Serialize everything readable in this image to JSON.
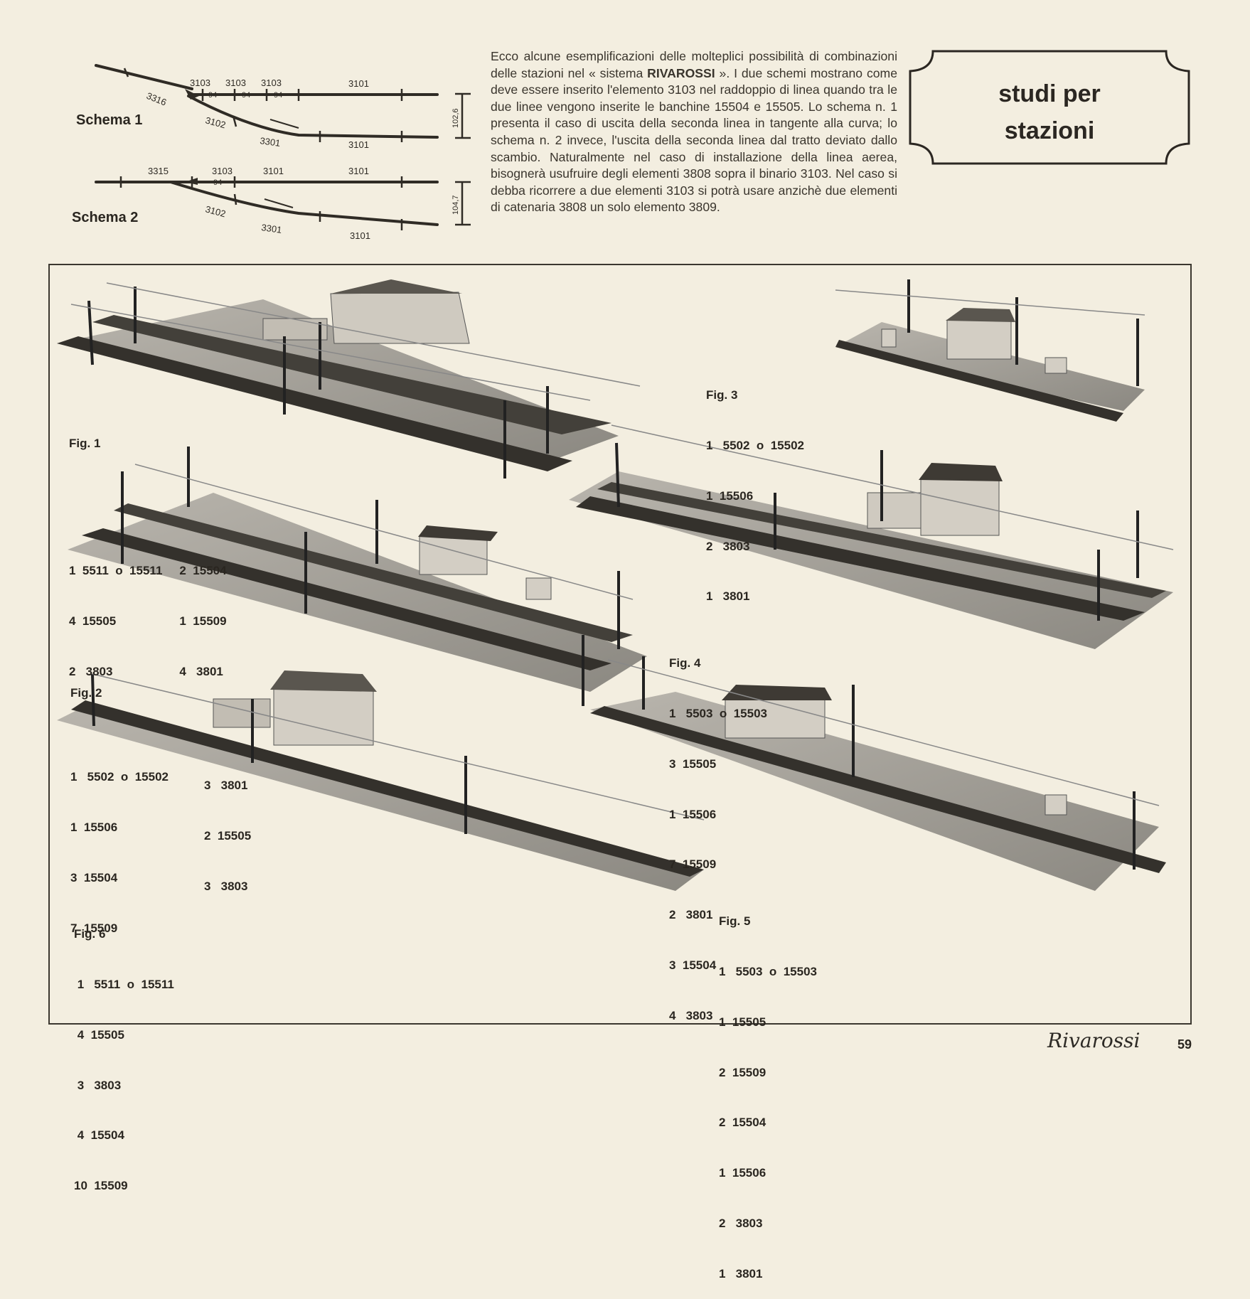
{
  "intro": {
    "part1": "Ecco alcune esemplificazioni delle molteplici possibilità di combinazioni delle stazioni nel « sistema ",
    "brand": "RIVAROSSI",
    "part2": " ». I due schemi mostrano come deve essere inserito l'elemento 3103 nel raddoppio di linea quando tra le due linee vengono inserite le banchine 15504 e 15505. Lo schema n. 1 presenta il caso di uscita della seconda linea in tangente alla curva; lo schema n. 2 invece, l'uscita della seconda linea dal tratto deviato dallo scambio. Naturalmente nel caso di installazione della linea aerea, bisognerà usufruire degli elementi 3808 sopra il binario 3103. Nel caso si debba ricorrere a due elementi 3103 si potrà usare anzichè due elementi di catenaria 3808 un solo elemento 3809."
  },
  "title": {
    "line1": "studi per",
    "line2": "stazioni"
  },
  "schema1": {
    "label": "Schema 1",
    "top_labels": [
      "3103",
      "3103",
      "3103",
      "3101"
    ],
    "sub_labels": [
      "94",
      "94",
      "94"
    ],
    "curve_labels": [
      "3316",
      "3102",
      "3301"
    ],
    "bottom_label": "3101",
    "dimension": "102,6"
  },
  "schema2": {
    "label": "Schema 2",
    "top_labels": [
      "3315",
      "3103",
      "3101",
      "3101"
    ],
    "sub_labels": [
      "94"
    ],
    "curve_labels": [
      "3102",
      "3301"
    ],
    "bottom_label": "3101",
    "dimension": "104,7"
  },
  "figures": {
    "fig1": {
      "title": "Fig. 1",
      "col1": [
        "1  5511  o  15511",
        "4  15505",
        "2   3803"
      ],
      "col2": [
        "2  15504",
        "1  15509",
        "4   3801"
      ]
    },
    "fig2": {
      "title": "Fig. 2",
      "col1": [
        "1   5502  o  15502",
        "1  15506",
        "3  15504",
        "7  15509"
      ],
      "col2": [
        "3   3801",
        "2  15505",
        "3   3803"
      ]
    },
    "fig3": {
      "title": "Fig. 3",
      "lines": [
        "1   5502  o  15502",
        "1  15506",
        "2   3803",
        "1   3801"
      ]
    },
    "fig4": {
      "title": "Fig. 4",
      "lines": [
        "1   5503  o  15503",
        "3  15505",
        "1  15506",
        "7  15509",
        "2   3801",
        "3  15504",
        "4   3803"
      ]
    },
    "fig5": {
      "title": "Fig. 5",
      "lines": [
        "1   5503  o  15503",
        "1  15505",
        "2  15509",
        "2  15504",
        "1  15506",
        "2   3803",
        "1   3801"
      ]
    },
    "fig6": {
      "title": "Fig. 6",
      "lines": [
        " 1   5511  o  15511",
        " 4  15505",
        " 3   3803",
        " 4  15504",
        "10  15509"
      ]
    }
  },
  "footer": {
    "brand": "Rivarossi",
    "page": "59"
  },
  "colors": {
    "paper": "#f3eee0",
    "ink": "#2a2620",
    "photo_bg": "#d9d5cb",
    "track": "#3a3732",
    "platform": "#8f8c86"
  }
}
